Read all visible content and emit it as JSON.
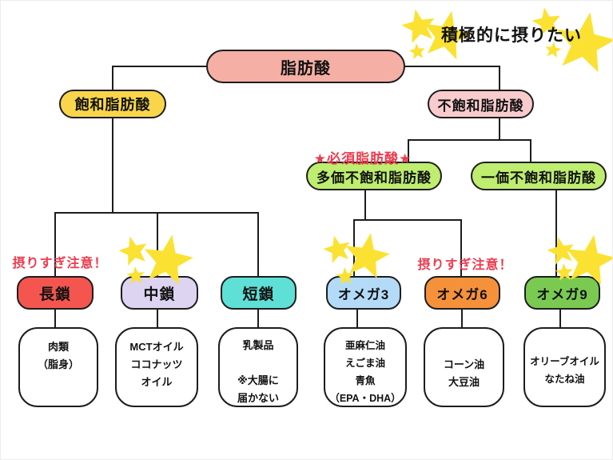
{
  "header": {
    "title": "積極的に摂りたい"
  },
  "nodes": {
    "root": {
      "label": "脂肪酸",
      "color": "#F5AFA4"
    },
    "saturated": {
      "label": "飽和脂肪酸",
      "color": "#F8D54B"
    },
    "unsaturated": {
      "label": "不飽和脂肪酸",
      "color": "#F8CBCD"
    },
    "poly": {
      "label": "多価不飽和脂肪酸",
      "color": "#BEED6F"
    },
    "mono": {
      "label": "一価不飽和脂肪酸",
      "color": "#BEED6F"
    },
    "long_chain": {
      "label": "長鎖",
      "color": "#F4564F"
    },
    "mid_chain": {
      "label": "中鎖",
      "color": "#DCD4F1"
    },
    "short_chain": {
      "label": "短鎖",
      "color": "#5FE0D6"
    },
    "omega3": {
      "label": "オメガ3",
      "color": "#B3DBF7"
    },
    "omega6": {
      "label": "オメガ6",
      "color": "#F6913B"
    },
    "omega9": {
      "label": "オメガ9",
      "color": "#7ACA52"
    }
  },
  "annotations": {
    "essential": "★必須脂肪酸★",
    "caution_long": "摂りすぎ注意！",
    "caution_omega6": "摂りすぎ注意！"
  },
  "food_boxes": [
    {
      "lines": [
        "肉類",
        "（脂身）"
      ]
    },
    {
      "lines": [
        "MCTオイル",
        "ココナッツ",
        "オイル"
      ]
    },
    {
      "lines": [
        "乳製品",
        "",
        "※大腸に",
        "届かない"
      ]
    },
    {
      "lines": [
        "亜麻仁油",
        "えごま油",
        "青魚",
        "（EPA・DHA）"
      ]
    },
    {
      "lines": [
        "コーン油",
        "大豆油"
      ]
    },
    {
      "lines": [
        "オリーブオイル",
        "なたね油"
      ]
    }
  ],
  "colors": {
    "line": "#1d1d1d",
    "box_border": "#1d1d1d",
    "star": "#FBE232",
    "caution_text": "#EE3B4E"
  }
}
